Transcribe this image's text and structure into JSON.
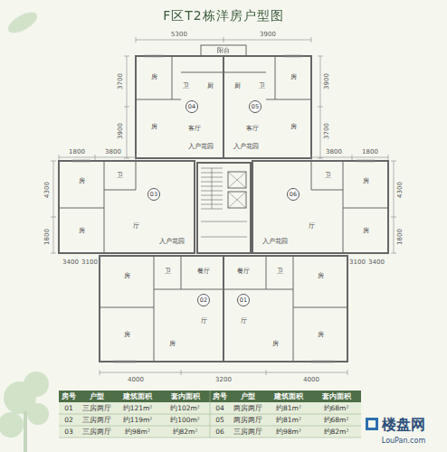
{
  "diagram": {
    "title": "F区T2栋洋房户型图",
    "nodes": [
      {
        "text": [
          "04"
        ]
      },
      {
        "text": [
          "05"
        ]
      },
      {
        "text": [
          "03"
        ]
      },
      {
        "text": [
          "06"
        ]
      },
      {
        "text": [
          "02"
        ]
      },
      {
        "text": [
          "01"
        ]
      }
    ],
    "labels": [
      "房号",
      "户型",
      "建筑面积",
      "套内面积",
      "房号",
      "户型",
      "建筑面积",
      "套内面积",
      "01",
      "三房两厅",
      "约121m²",
      "约102m²",
      "04",
      "两房两厅",
      "约81m²",
      "约68m²",
      "02",
      "三房两厅",
      "约119m²",
      "约100m²",
      "05",
      "两房两厅",
      "约81m²",
      "约68m²",
      "03",
      "三房两厅",
      "约98m²",
      "约82m²",
      "06",
      "三房两厅",
      "约98m²",
      "约82m²",
      "5300",
      "3900",
      "3700",
      "3900",
      "3900",
      "3700",
      "1800",
      "3800",
      "4300",
      "1800",
      "3400",
      "3100",
      "3800",
      "1800",
      "4300",
      "1800",
      "3100",
      "3400",
      "4000",
      "3200",
      "4000",
      "阳台",
      "房",
      "房",
      "卫",
      "厨",
      "客厅",
      "入户花园",
      "房",
      "房",
      "卫",
      "厨",
      "客厅",
      "入户花园",
      "房",
      "卫",
      "房",
      "厅",
      "入户花园",
      "房",
      "卫",
      "房",
      "厅",
      "入户花园",
      "房",
      "卫",
      "餐厅",
      "厅",
      "房",
      "房",
      "房",
      "卫",
      "餐厅",
      "厅",
      "房",
      "房",
      "楼盘网",
      "LouPan.com"
    ]
  }
}
